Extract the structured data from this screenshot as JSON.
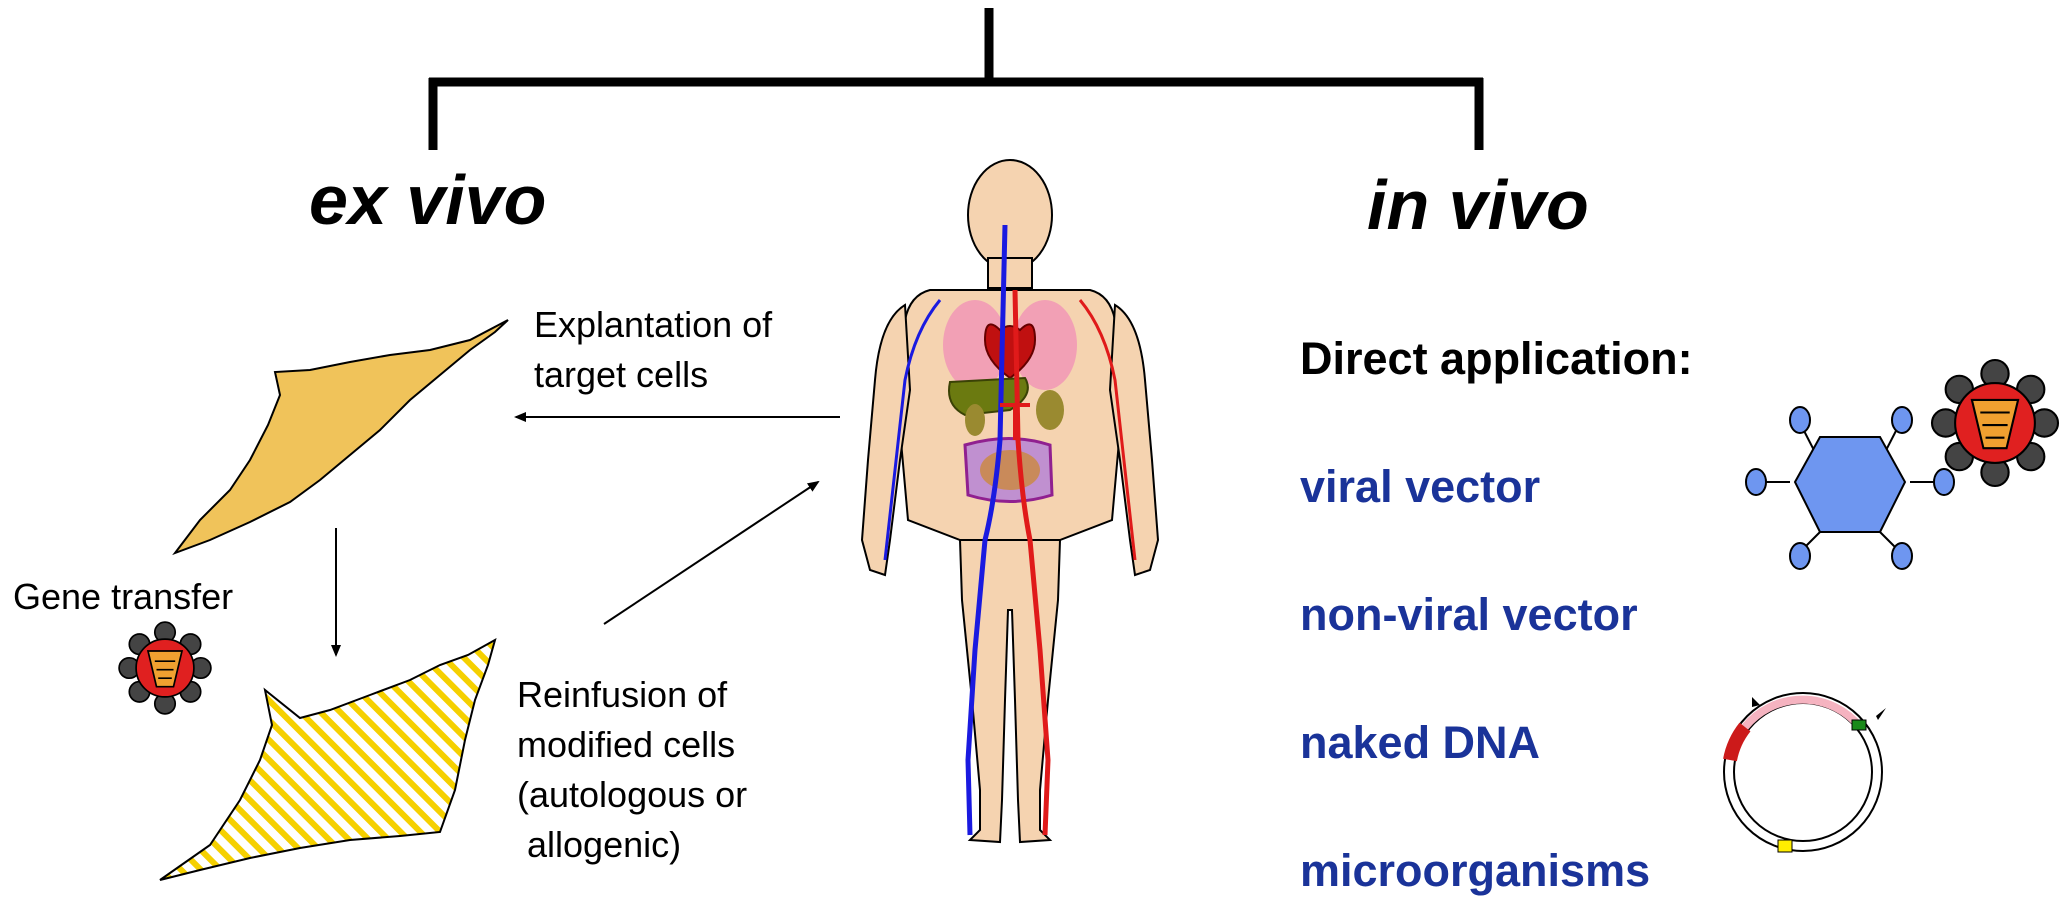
{
  "headings": {
    "ex_vivo": "ex vivo",
    "in_vivo": "in vivo"
  },
  "ex_vivo": {
    "explantation_line1": "Explantation of",
    "explantation_line2": "target cells",
    "gene_transfer": "Gene transfer",
    "reinfusion_line1": "Reinfusion of",
    "reinfusion_line2": "modified cells",
    "reinfusion_line3": "(autologous or",
    "reinfusion_line4": " allogenic)"
  },
  "in_vivo": {
    "direct_application": "Direct application:",
    "methods": [
      "viral vector",
      "non-viral vector",
      "naked DNA",
      "microorganisms"
    ],
    "method_color": "#1a3399"
  },
  "colors": {
    "cell": "#f0c35a",
    "modified_cell_stripe": "#f5d000",
    "virus_capsid": "#e02020",
    "liposome": "#6e96f0",
    "artery": "#e01a1a",
    "vein": "#1a1ae0",
    "skin": "#f5d3b0"
  },
  "icons": [
    "human-body-illustration",
    "virus-icon",
    "hexagon-vector-icon",
    "plasmid-icon"
  ]
}
